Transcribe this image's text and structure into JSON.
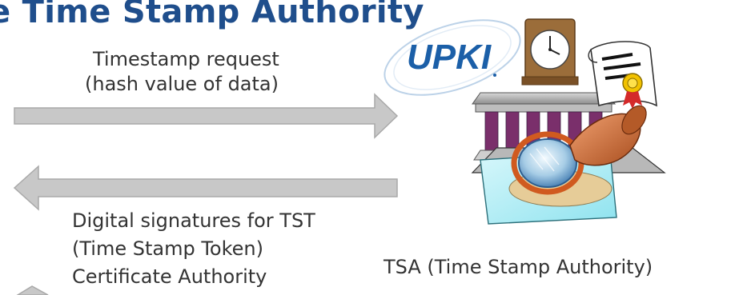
{
  "title": "e Time Stamp Authority",
  "logo": {
    "text": "UPKI"
  },
  "request": {
    "line1": "Timestamp request",
    "line2": "(hash value of data)"
  },
  "response": {
    "line1": "Digital signatures for TST",
    "line2": "(Time Stamp Token)",
    "line3": "Certificate Authority"
  },
  "tsa_label": "TSA (Time Stamp Authority)",
  "colors": {
    "title": "#1f4e8c",
    "arrow_fill": "#c8c8c8",
    "arrow_stroke": "#a9a9a9",
    "logo": "#1b5fa8"
  },
  "icons": [
    "clock-icon",
    "certificate-icon",
    "building-icon",
    "stamp-icon"
  ]
}
